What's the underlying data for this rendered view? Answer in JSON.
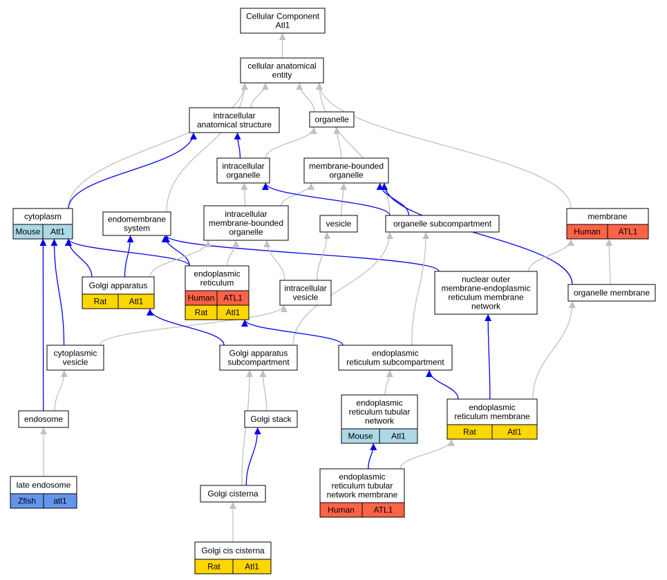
{
  "colors": {
    "default_fill": "#ffffff",
    "edge_is_a": "#c0c0c0",
    "edge_part_of": "#0000ee",
    "Human": "#ff6347",
    "Rat": "#ffd700",
    "Mouse": "#add8e6",
    "Zfish": "#6495ed"
  },
  "nodes": [
    {
      "id": "cc",
      "lines": [
        "Cellular Component",
        "Atl1"
      ]
    },
    {
      "id": "cae",
      "lines": [
        "cellular anatomical",
        "entity"
      ]
    },
    {
      "id": "ias",
      "lines": [
        "intracellular",
        "anatomical structure"
      ]
    },
    {
      "id": "org",
      "lines": [
        "organelle"
      ]
    },
    {
      "id": "io",
      "lines": [
        "intracellular",
        "organelle"
      ]
    },
    {
      "id": "mbo",
      "lines": [
        "membrane-bounded",
        "organelle"
      ]
    },
    {
      "id": "cyto",
      "lines": [
        "cytoplasm"
      ],
      "rows": [
        [
          {
            "text": "Mouse",
            "species": "Mouse"
          },
          {
            "text": "Atl1",
            "species": "Mouse"
          }
        ]
      ]
    },
    {
      "id": "ems",
      "lines": [
        "endomembrane",
        "system"
      ]
    },
    {
      "id": "imbo",
      "lines": [
        "intracellular",
        "membrane-bounded",
        "organelle"
      ]
    },
    {
      "id": "ves",
      "lines": [
        "vesicle"
      ]
    },
    {
      "id": "osc",
      "lines": [
        "organelle subcompartment"
      ]
    },
    {
      "id": "mem",
      "lines": [
        "membrane"
      ],
      "rows": [
        [
          {
            "text": "Human",
            "species": "Human"
          },
          {
            "text": "ATL1",
            "species": "Human"
          }
        ]
      ]
    },
    {
      "id": "ga",
      "lines": [
        "Golgi apparatus"
      ],
      "rows": [
        [
          {
            "text": "Rat",
            "species": "Rat"
          },
          {
            "text": "Atl1",
            "species": "Rat"
          }
        ]
      ]
    },
    {
      "id": "er",
      "lines": [
        "endoplasmic",
        "reticulum"
      ],
      "rows": [
        [
          {
            "text": "Human",
            "species": "Human"
          },
          {
            "text": "ATL1",
            "species": "Human"
          }
        ],
        [
          {
            "text": "Rat",
            "species": "Rat"
          },
          {
            "text": "Atl1",
            "species": "Rat"
          }
        ]
      ]
    },
    {
      "id": "iv",
      "lines": [
        "intracellular",
        "vesicle"
      ]
    },
    {
      "id": "nomer",
      "lines": [
        "nuclear outer",
        "membrane-endoplasmic",
        "reticulum membrane",
        "network"
      ]
    },
    {
      "id": "om",
      "lines": [
        "organelle membrane"
      ]
    },
    {
      "id": "cv",
      "lines": [
        "cytoplasmic",
        "vesicle"
      ]
    },
    {
      "id": "gasc",
      "lines": [
        "Golgi apparatus",
        "subcompartment"
      ]
    },
    {
      "id": "ersc",
      "lines": [
        "endoplasmic",
        "reticulum subcompartment"
      ]
    },
    {
      "id": "endo",
      "lines": [
        "endosome"
      ]
    },
    {
      "id": "gs",
      "lines": [
        "Golgi stack"
      ]
    },
    {
      "id": "ertn",
      "lines": [
        "endoplasmic",
        "reticulum tubular",
        "network"
      ],
      "rows": [
        [
          {
            "text": "Mouse",
            "species": "Mouse"
          },
          {
            "text": "Atl1",
            "species": "Mouse"
          }
        ]
      ]
    },
    {
      "id": "erm",
      "lines": [
        "endoplasmic",
        "reticulum membrane"
      ],
      "rows": [
        [
          {
            "text": "Rat",
            "species": "Rat"
          },
          {
            "text": "Atl1",
            "species": "Rat"
          }
        ]
      ]
    },
    {
      "id": "le",
      "lines": [
        "late endosome"
      ],
      "rows": [
        [
          {
            "text": "Zfish",
            "species": "Zfish"
          },
          {
            "text": "atl1",
            "species": "Zfish"
          }
        ]
      ]
    },
    {
      "id": "gc",
      "lines": [
        "Golgi cisterna"
      ]
    },
    {
      "id": "ertnm",
      "lines": [
        "endoplasmic",
        "reticulum tubular",
        "network membrane"
      ],
      "rows": [
        [
          {
            "text": "Human",
            "species": "Human"
          },
          {
            "text": "ATL1",
            "species": "Human"
          }
        ]
      ]
    },
    {
      "id": "gcc",
      "lines": [
        "Golgi cis cisterna"
      ],
      "rows": [
        [
          {
            "text": "Rat",
            "species": "Rat"
          },
          {
            "text": "Atl1",
            "species": "Rat"
          }
        ]
      ]
    }
  ],
  "edges": [
    {
      "from": "cae",
      "to": "cc",
      "rel": "is_a"
    },
    {
      "from": "ias",
      "to": "cae",
      "rel": "is_a"
    },
    {
      "from": "org",
      "to": "cae",
      "rel": "is_a"
    },
    {
      "from": "cyto",
      "to": "cae",
      "rel": "is_a"
    },
    {
      "from": "ems",
      "to": "cae",
      "rel": "is_a"
    },
    {
      "from": "osc",
      "to": "cae",
      "rel": "is_a"
    },
    {
      "from": "mem",
      "to": "cae",
      "rel": "is_a"
    },
    {
      "from": "io",
      "to": "org",
      "rel": "is_a"
    },
    {
      "from": "mbo",
      "to": "org",
      "rel": "is_a"
    },
    {
      "from": "io",
      "to": "ias",
      "rel": "part_of"
    },
    {
      "from": "cyto",
      "to": "ias",
      "rel": "part_of"
    },
    {
      "from": "imbo",
      "to": "io",
      "rel": "is_a"
    },
    {
      "from": "imbo",
      "to": "mbo",
      "rel": "is_a"
    },
    {
      "from": "ves",
      "to": "mbo",
      "rel": "is_a"
    },
    {
      "from": "osc",
      "to": "io",
      "rel": "part_of"
    },
    {
      "from": "osc",
      "to": "mbo",
      "rel": "part_of"
    },
    {
      "from": "om",
      "to": "mbo",
      "rel": "part_of"
    },
    {
      "from": "om",
      "to": "mem",
      "rel": "is_a"
    },
    {
      "from": "nomer",
      "to": "mem",
      "rel": "is_a"
    },
    {
      "from": "nomer",
      "to": "ems",
      "rel": "part_of"
    },
    {
      "from": "ga",
      "to": "ems",
      "rel": "part_of"
    },
    {
      "from": "er",
      "to": "ems",
      "rel": "part_of"
    },
    {
      "from": "ga",
      "to": "cyto",
      "rel": "part_of"
    },
    {
      "from": "er",
      "to": "cyto",
      "rel": "part_of"
    },
    {
      "from": "ga",
      "to": "imbo",
      "rel": "is_a"
    },
    {
      "from": "er",
      "to": "imbo",
      "rel": "is_a"
    },
    {
      "from": "iv",
      "to": "imbo",
      "rel": "is_a"
    },
    {
      "from": "iv",
      "to": "ves",
      "rel": "is_a"
    },
    {
      "from": "cv",
      "to": "iv",
      "rel": "is_a"
    },
    {
      "from": "cv",
      "to": "cyto",
      "rel": "part_of"
    },
    {
      "from": "gasc",
      "to": "osc",
      "rel": "is_a"
    },
    {
      "from": "gasc",
      "to": "ga",
      "rel": "part_of"
    },
    {
      "from": "ersc",
      "to": "osc",
      "rel": "is_a"
    },
    {
      "from": "ersc",
      "to": "er",
      "rel": "part_of"
    },
    {
      "from": "endo",
      "to": "cv",
      "rel": "is_a"
    },
    {
      "from": "endo",
      "to": "cyto",
      "rel": "part_of"
    },
    {
      "from": "le",
      "to": "endo",
      "rel": "is_a"
    },
    {
      "from": "gs",
      "to": "gasc",
      "rel": "is_a"
    },
    {
      "from": "gc",
      "to": "gasc",
      "rel": "is_a"
    },
    {
      "from": "gc",
      "to": "gs",
      "rel": "part_of"
    },
    {
      "from": "gcc",
      "to": "gc",
      "rel": "is_a"
    },
    {
      "from": "ertn",
      "to": "ersc",
      "rel": "is_a"
    },
    {
      "from": "erm",
      "to": "ersc",
      "rel": "part_of"
    },
    {
      "from": "erm",
      "to": "nomer",
      "rel": "part_of"
    },
    {
      "from": "erm",
      "to": "om",
      "rel": "is_a"
    },
    {
      "from": "ertnm",
      "to": "ertn",
      "rel": "part_of"
    },
    {
      "from": "ertnm",
      "to": "erm",
      "rel": "is_a"
    }
  ]
}
